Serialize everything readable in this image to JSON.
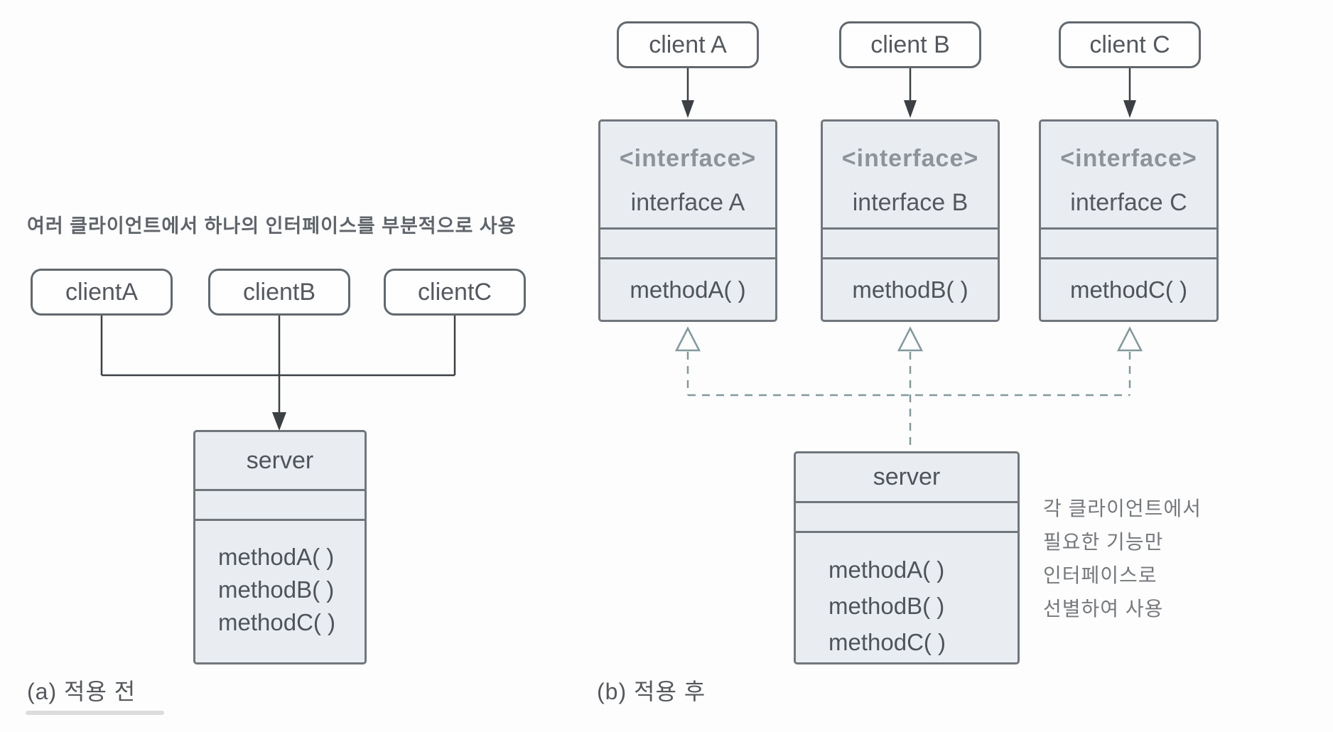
{
  "figure": {
    "left": {
      "caption": "(a) 적용 전",
      "annotation": "여러 클라이언트에서 하나의 인터페이스를 부분적으로 사용",
      "clients": [
        "clientA",
        "clientB",
        "clientC"
      ],
      "server": {
        "name": "server",
        "methods": [
          "methodA( )",
          "methodB( )",
          "methodC( )"
        ]
      }
    },
    "right": {
      "caption": "(b) 적용 후",
      "clients": [
        "client A",
        "client B",
        "client C"
      ],
      "interfaces": [
        {
          "stereotype": "<interface>",
          "name": "interface A",
          "method": "methodA( )"
        },
        {
          "stereotype": "<interface>",
          "name": "interface B",
          "method": "methodB( )"
        },
        {
          "stereotype": "<interface>",
          "name": "interface C",
          "method": "methodC( )"
        }
      ],
      "server": {
        "name": "server",
        "methods": [
          "methodA( )",
          "methodB( )",
          "methodC( )"
        ]
      },
      "annotation_lines": [
        "각 클라이언트에서",
        "필요한 기능만",
        "인터페이스로",
        "선별하여 사용"
      ]
    },
    "colors": {
      "class_box_fill": "#e9edf2",
      "class_box_border": "#70767c",
      "client_box_fill": "#fefefe",
      "client_box_border": "#62686e",
      "solid_line": "#3c4044",
      "dashed_realization_line": "#84989c",
      "text": "#4e545a",
      "stereotype_text": "#8d939a",
      "annotation_text": "#75787c"
    }
  }
}
